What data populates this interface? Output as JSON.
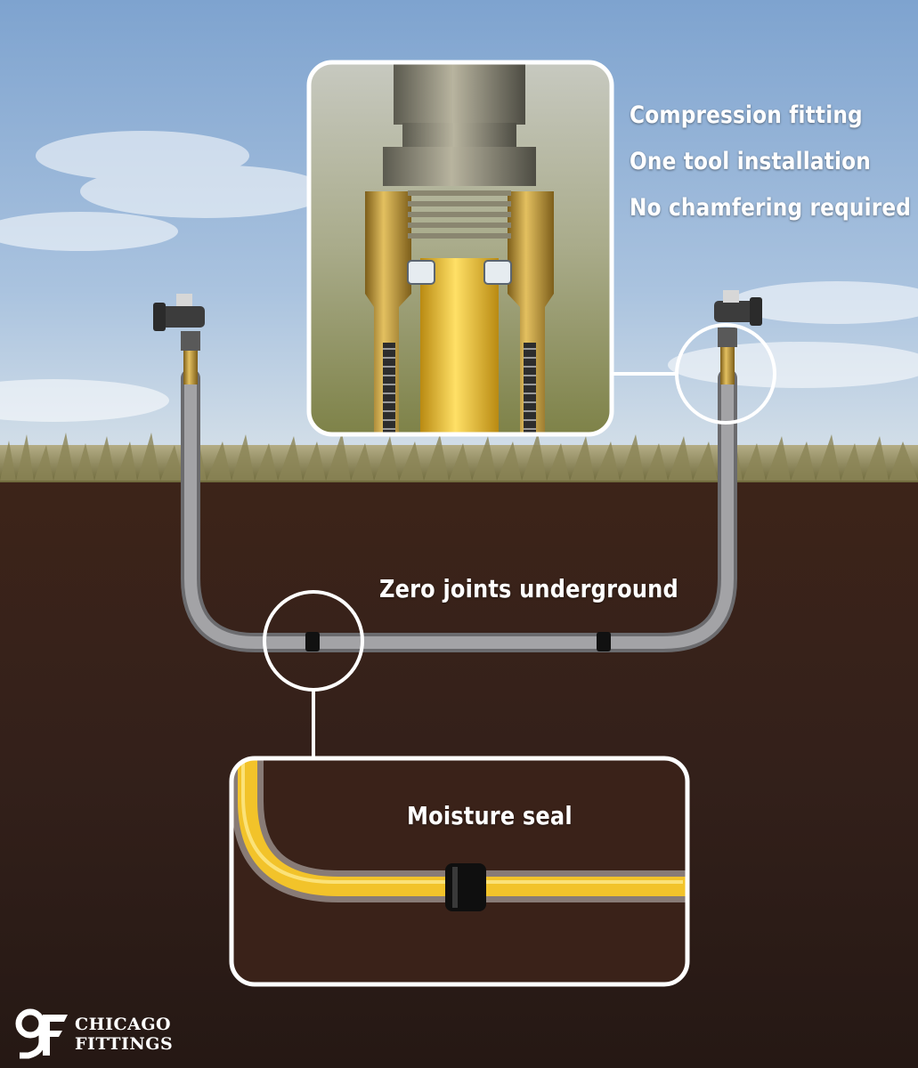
{
  "features": [
    "Compression fitting",
    "One tool installation",
    "No chamfering required"
  ],
  "callouts": {
    "underground": "Zero joints underground",
    "seal": "Moisture seal"
  },
  "brand": {
    "line1": "CHICAGO",
    "line2": "FITTINGS",
    "monogram": "9F"
  },
  "colors": {
    "sky_top": "#7ea3cf",
    "soil": "#3a2219",
    "grass": "#9a9060",
    "pipe_yellow": "#f2c32a",
    "jacket_gray": "#8f8f92",
    "brass": "#c39a33"
  }
}
